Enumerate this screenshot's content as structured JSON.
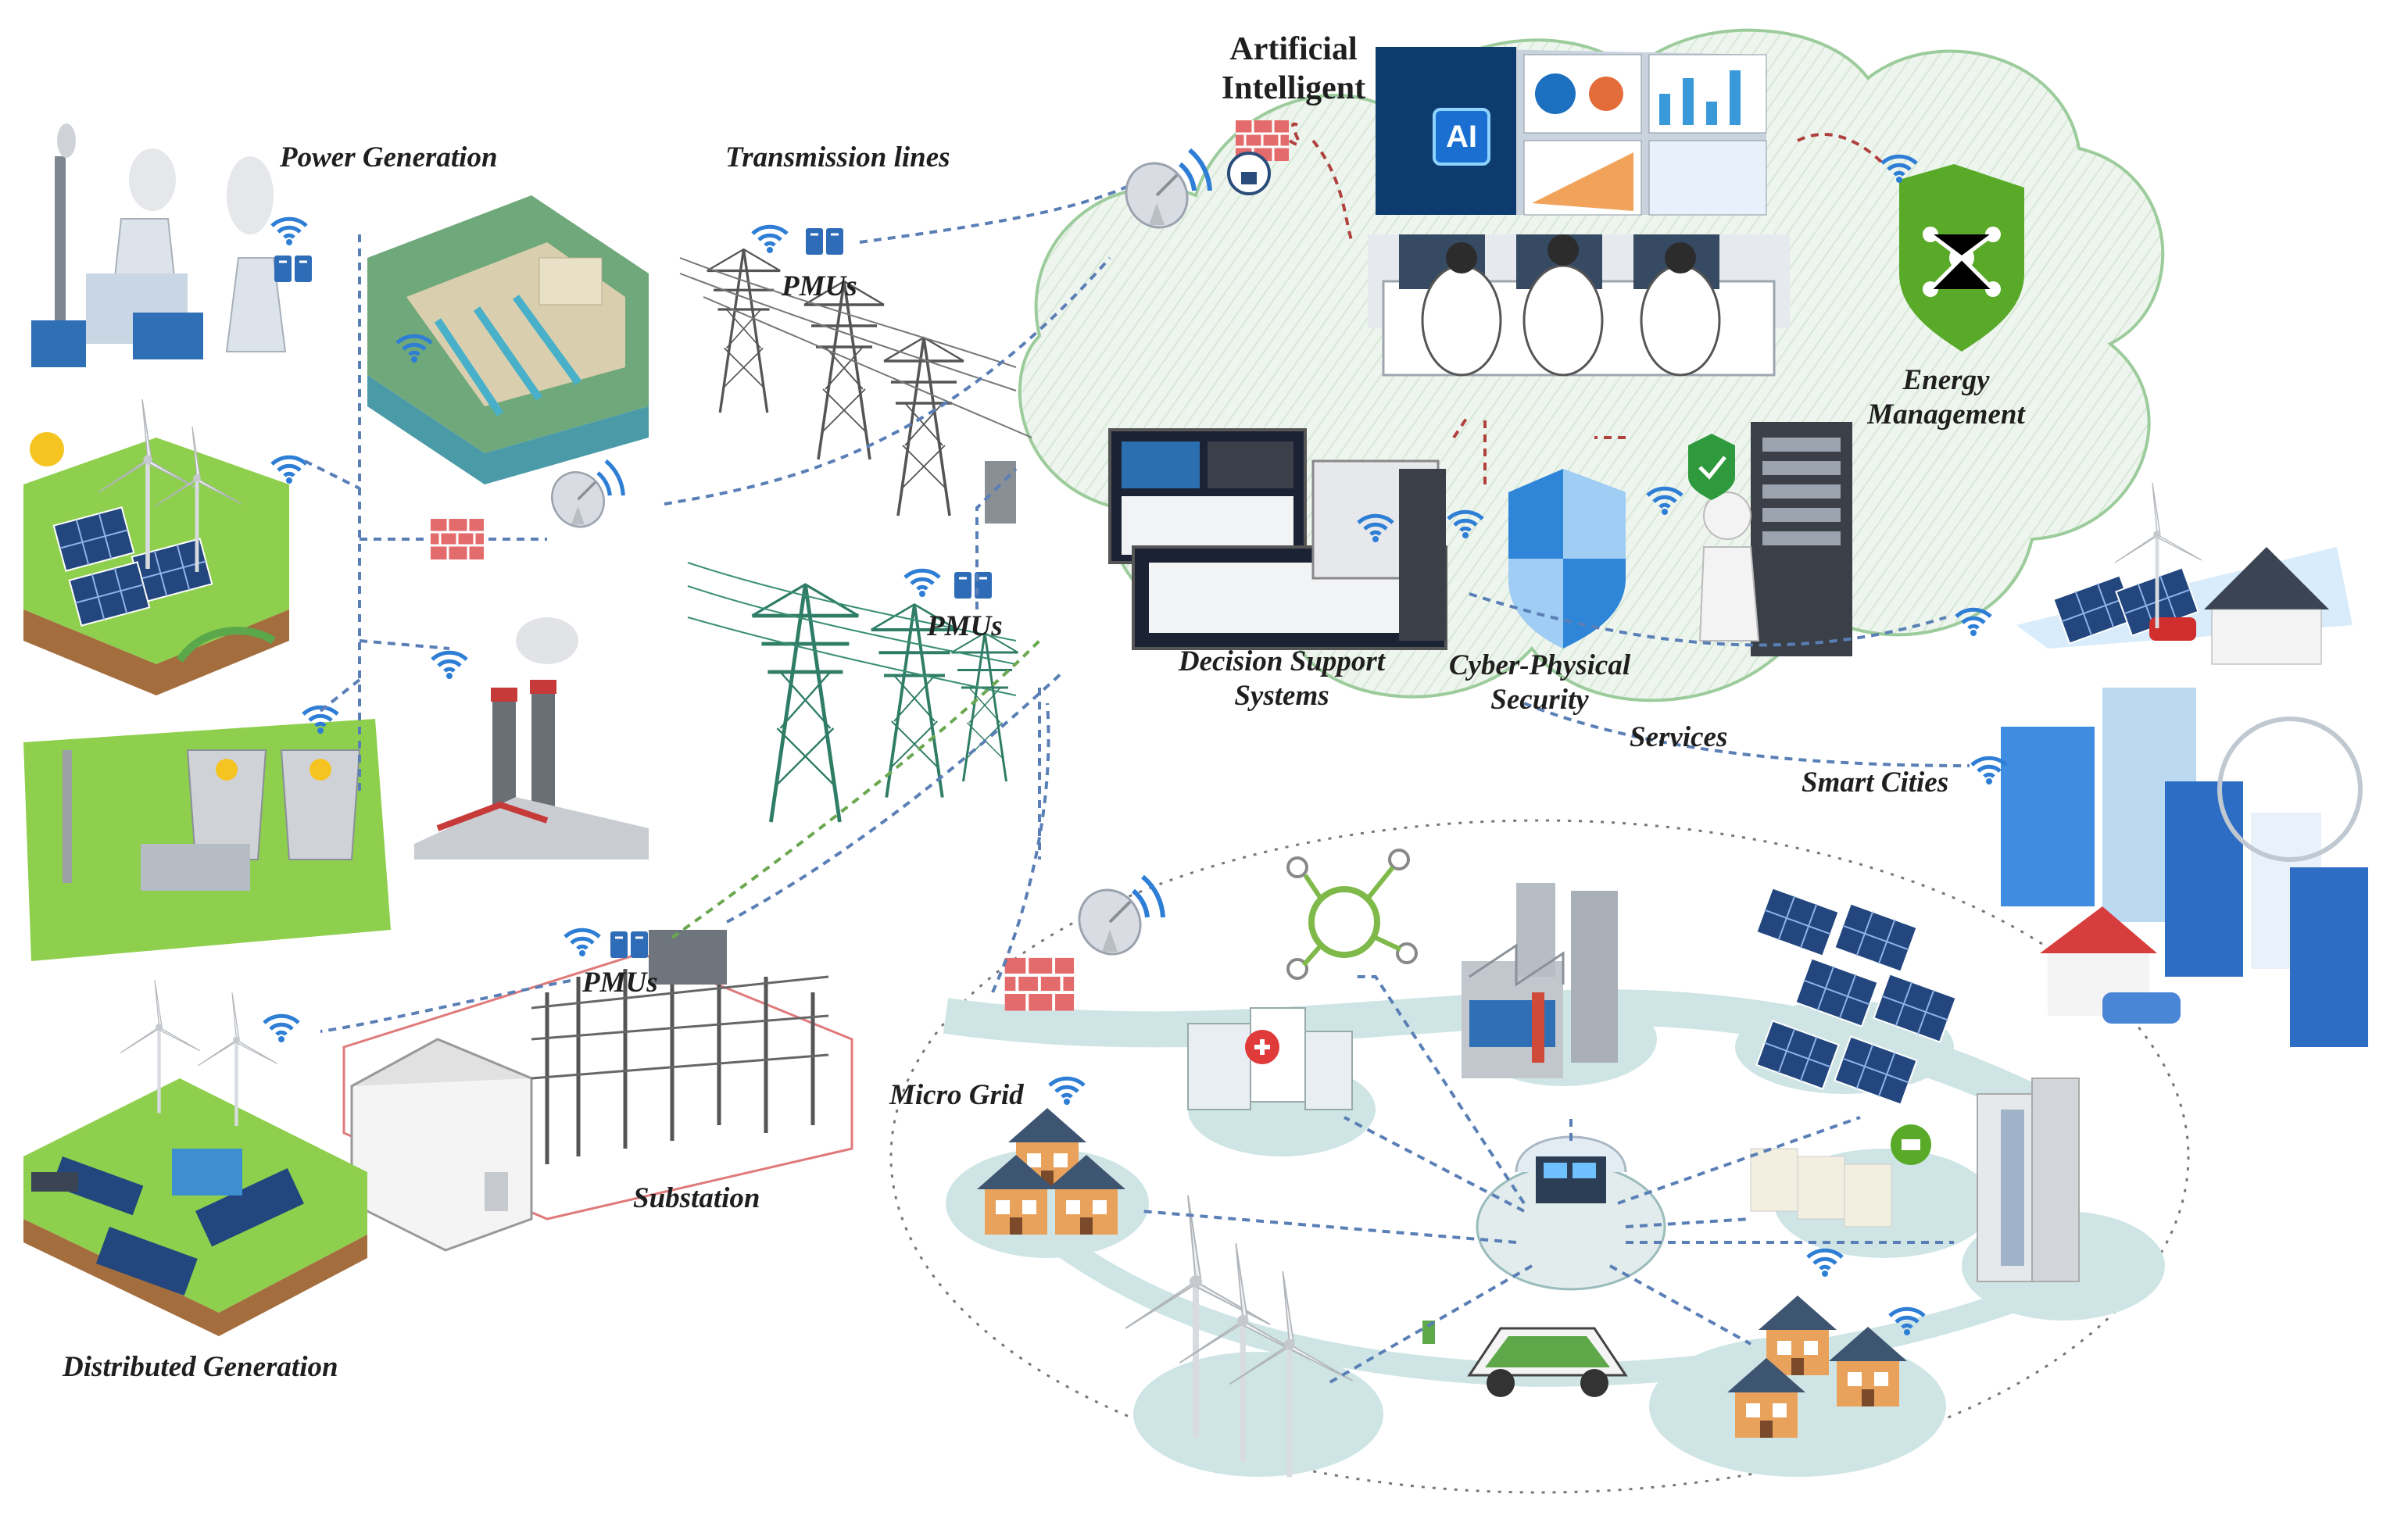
{
  "labels": {
    "artificial_intelligent": [
      "Artificial",
      "Intelligent"
    ],
    "power_generation": "Power Generation",
    "transmission_lines": "Transmission lines",
    "pmus": "PMUs",
    "energy_management": [
      "Energy",
      "Management"
    ],
    "decision_support": [
      "Decision Support",
      "Systems"
    ],
    "cyber_physical": [
      "Cyber-Physical",
      "Security"
    ],
    "services": "Services",
    "smart_cities": "Smart Cities",
    "micro_grid": "Micro Grid",
    "substation": "Substation",
    "distributed_generation": "Distributed Generation",
    "ai_chip": "AI"
  },
  "colors": {
    "cloud_fill": "#eef5ee",
    "cloud_stroke": "#9ccc9c",
    "dash_blue": "#5a7fb6",
    "dash_red": "#b0413e",
    "dash_green": "#6aa84f",
    "wifi_blue": "#2e7ed6",
    "tower_gray": "#555555",
    "tower_green": "#2f7d66",
    "solar_blue": "#22467d",
    "micro_pad": "#cfe5e5",
    "shield_green": "#5aaa2a",
    "shield_blue": "#2f86d8",
    "firewall_red": "#cc2b2b"
  }
}
